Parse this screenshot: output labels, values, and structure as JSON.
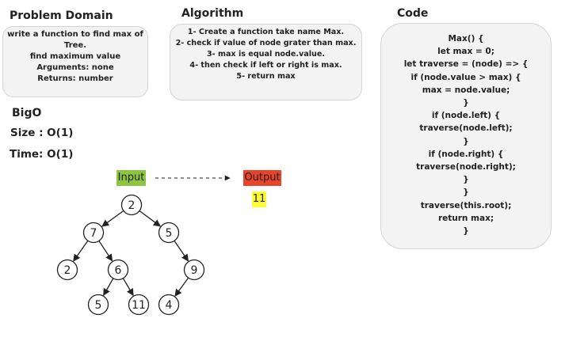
{
  "problem_domain": {
    "title": "Problem Domain",
    "lines": [
      "write a function to find max of Tree.",
      "find maximum value",
      "Arguments: none",
      "Returns: number"
    ]
  },
  "algorithm": {
    "title": "Algorithm",
    "steps": [
      "1- Create a function take name Max.",
      "2- check if value of node grater than max.",
      "3- max is equal node.value.",
      "4-  then check if left or right is max.",
      "5- return max"
    ]
  },
  "code": {
    "title": "Code",
    "lines": [
      "Max() {",
      "let max = 0;",
      "let traverse = (node) => {",
      "if (node.value > max) {",
      "max = node.value;",
      "}",
      "if (node.left) {",
      "traverse(node.left);",
      "}",
      "if (node.right) {",
      "traverse(node.right);",
      "}",
      "}",
      "traverse(this.root);",
      "return max;",
      "}"
    ]
  },
  "bigo": {
    "title": "BigO",
    "size_label": "Size :",
    "size_value": "O(1)",
    "time_label": "Time:",
    "time_value": "O(1)"
  },
  "diagram": {
    "input_label": "Input",
    "output_label": "Output",
    "output_value": "11",
    "colors": {
      "input": "#8cc63f",
      "output": "#e8432b",
      "result": "#ffff33"
    },
    "tree": {
      "nodes": [
        {
          "id": "root",
          "value": "2"
        },
        {
          "id": "l",
          "value": "7"
        },
        {
          "id": "r",
          "value": "5"
        },
        {
          "id": "ll",
          "value": "2"
        },
        {
          "id": "lr",
          "value": "6"
        },
        {
          "id": "rr",
          "value": "9"
        },
        {
          "id": "lrl",
          "value": "5"
        },
        {
          "id": "lrr",
          "value": "11"
        },
        {
          "id": "rrl",
          "value": "4"
        }
      ],
      "edges": [
        [
          "root",
          "l"
        ],
        [
          "root",
          "r"
        ],
        [
          "l",
          "ll"
        ],
        [
          "l",
          "lr"
        ],
        [
          "r",
          "rr"
        ],
        [
          "lr",
          "lrl"
        ],
        [
          "lr",
          "lrr"
        ],
        [
          "rr",
          "rrl"
        ]
      ]
    }
  }
}
